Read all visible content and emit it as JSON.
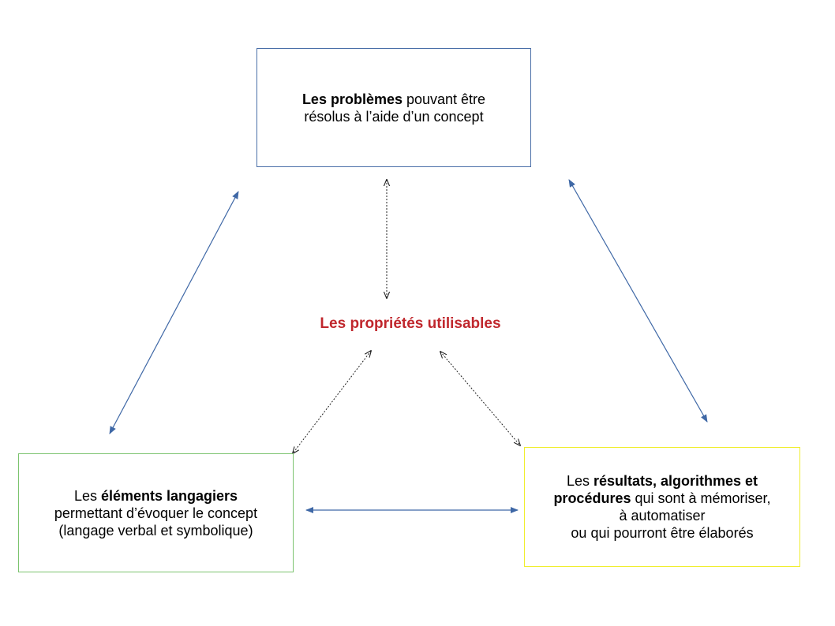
{
  "colors": {
    "top_box_border": "#4a6fa8",
    "left_box_border": "#7cc36f",
    "right_box_border": "#f0ee2e",
    "center_text": "#c0272d",
    "solid_arrow": "#3f68a6",
    "dotted_arrow": "#222222"
  },
  "top_box": {
    "line1_bold": "Les problèmes",
    "line1_rest": " pouvant être",
    "line2": "résolus à l’aide d’un concept"
  },
  "center": {
    "label": "Les propriétés utilisables"
  },
  "left_box": {
    "line1_pre": "Les ",
    "line1_bold": "éléments langagiers",
    "line2": "permettant d’évoquer le concept",
    "line3": "(langage verbal et symbolique)"
  },
  "right_box": {
    "line1_pre": "Les ",
    "line1_bold": "résultats, algorithmes et",
    "line2_bold": "procédures",
    "line2_rest": " qui sont à mémoriser,",
    "line3": "à automatiser",
    "line4": "ou qui pourront être élaborés"
  }
}
